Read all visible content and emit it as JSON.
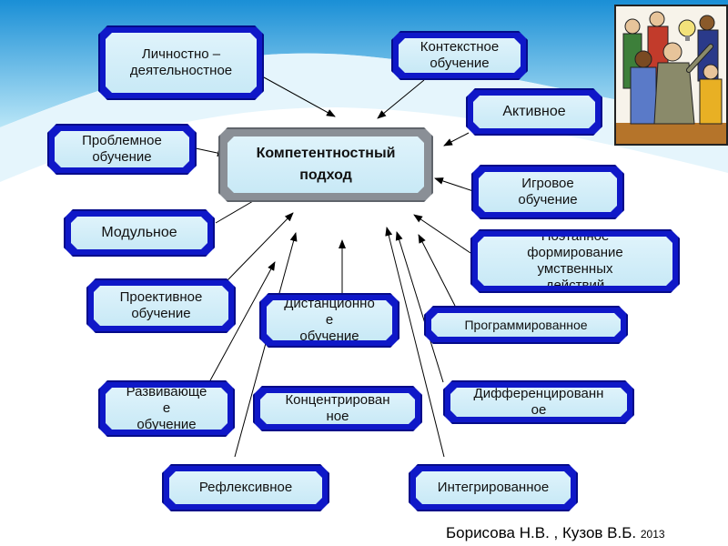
{
  "center": "Компетентностный\nподход",
  "nodes": {
    "lichnostno": "Личностно –\nдеятельностное",
    "kontekstnoe": "Контекстное\nобучение",
    "aktivnoe": "Активное",
    "problemnoe": "Проблемное\nобучение",
    "igrovoe": "Игровое\nобучение",
    "modulnoe": "Модульное",
    "poetapnoe": "Поэтапное\nформирование\nумственных\nдействий",
    "proektivnoe": "Проективное\nобучение",
    "distancionnoe": "Дистанционно\nе\nобучение",
    "programmirovannoe": "Программированное",
    "razvivayushchee": "Развивающе\nе\nобучение",
    "koncentrirovannoe": "Концентрирован\nное",
    "differencirovannoe": "Дифференцированн\nое",
    "refleksivnoe": "Рефлексивное",
    "integrirovannoe": "Интегрированное"
  },
  "author": {
    "name": "Борисова Н.В. , Кузов В.Б.",
    "year": "2013"
  },
  "colors": {
    "frame": "#0f18c8",
    "center_frame": "#8a8f96",
    "fill": "#d6eef9",
    "sky_top": "#1a8fd6",
    "sky_light": "#a6def4"
  },
  "icons": {
    "clipart": "people-idea-clipart"
  }
}
